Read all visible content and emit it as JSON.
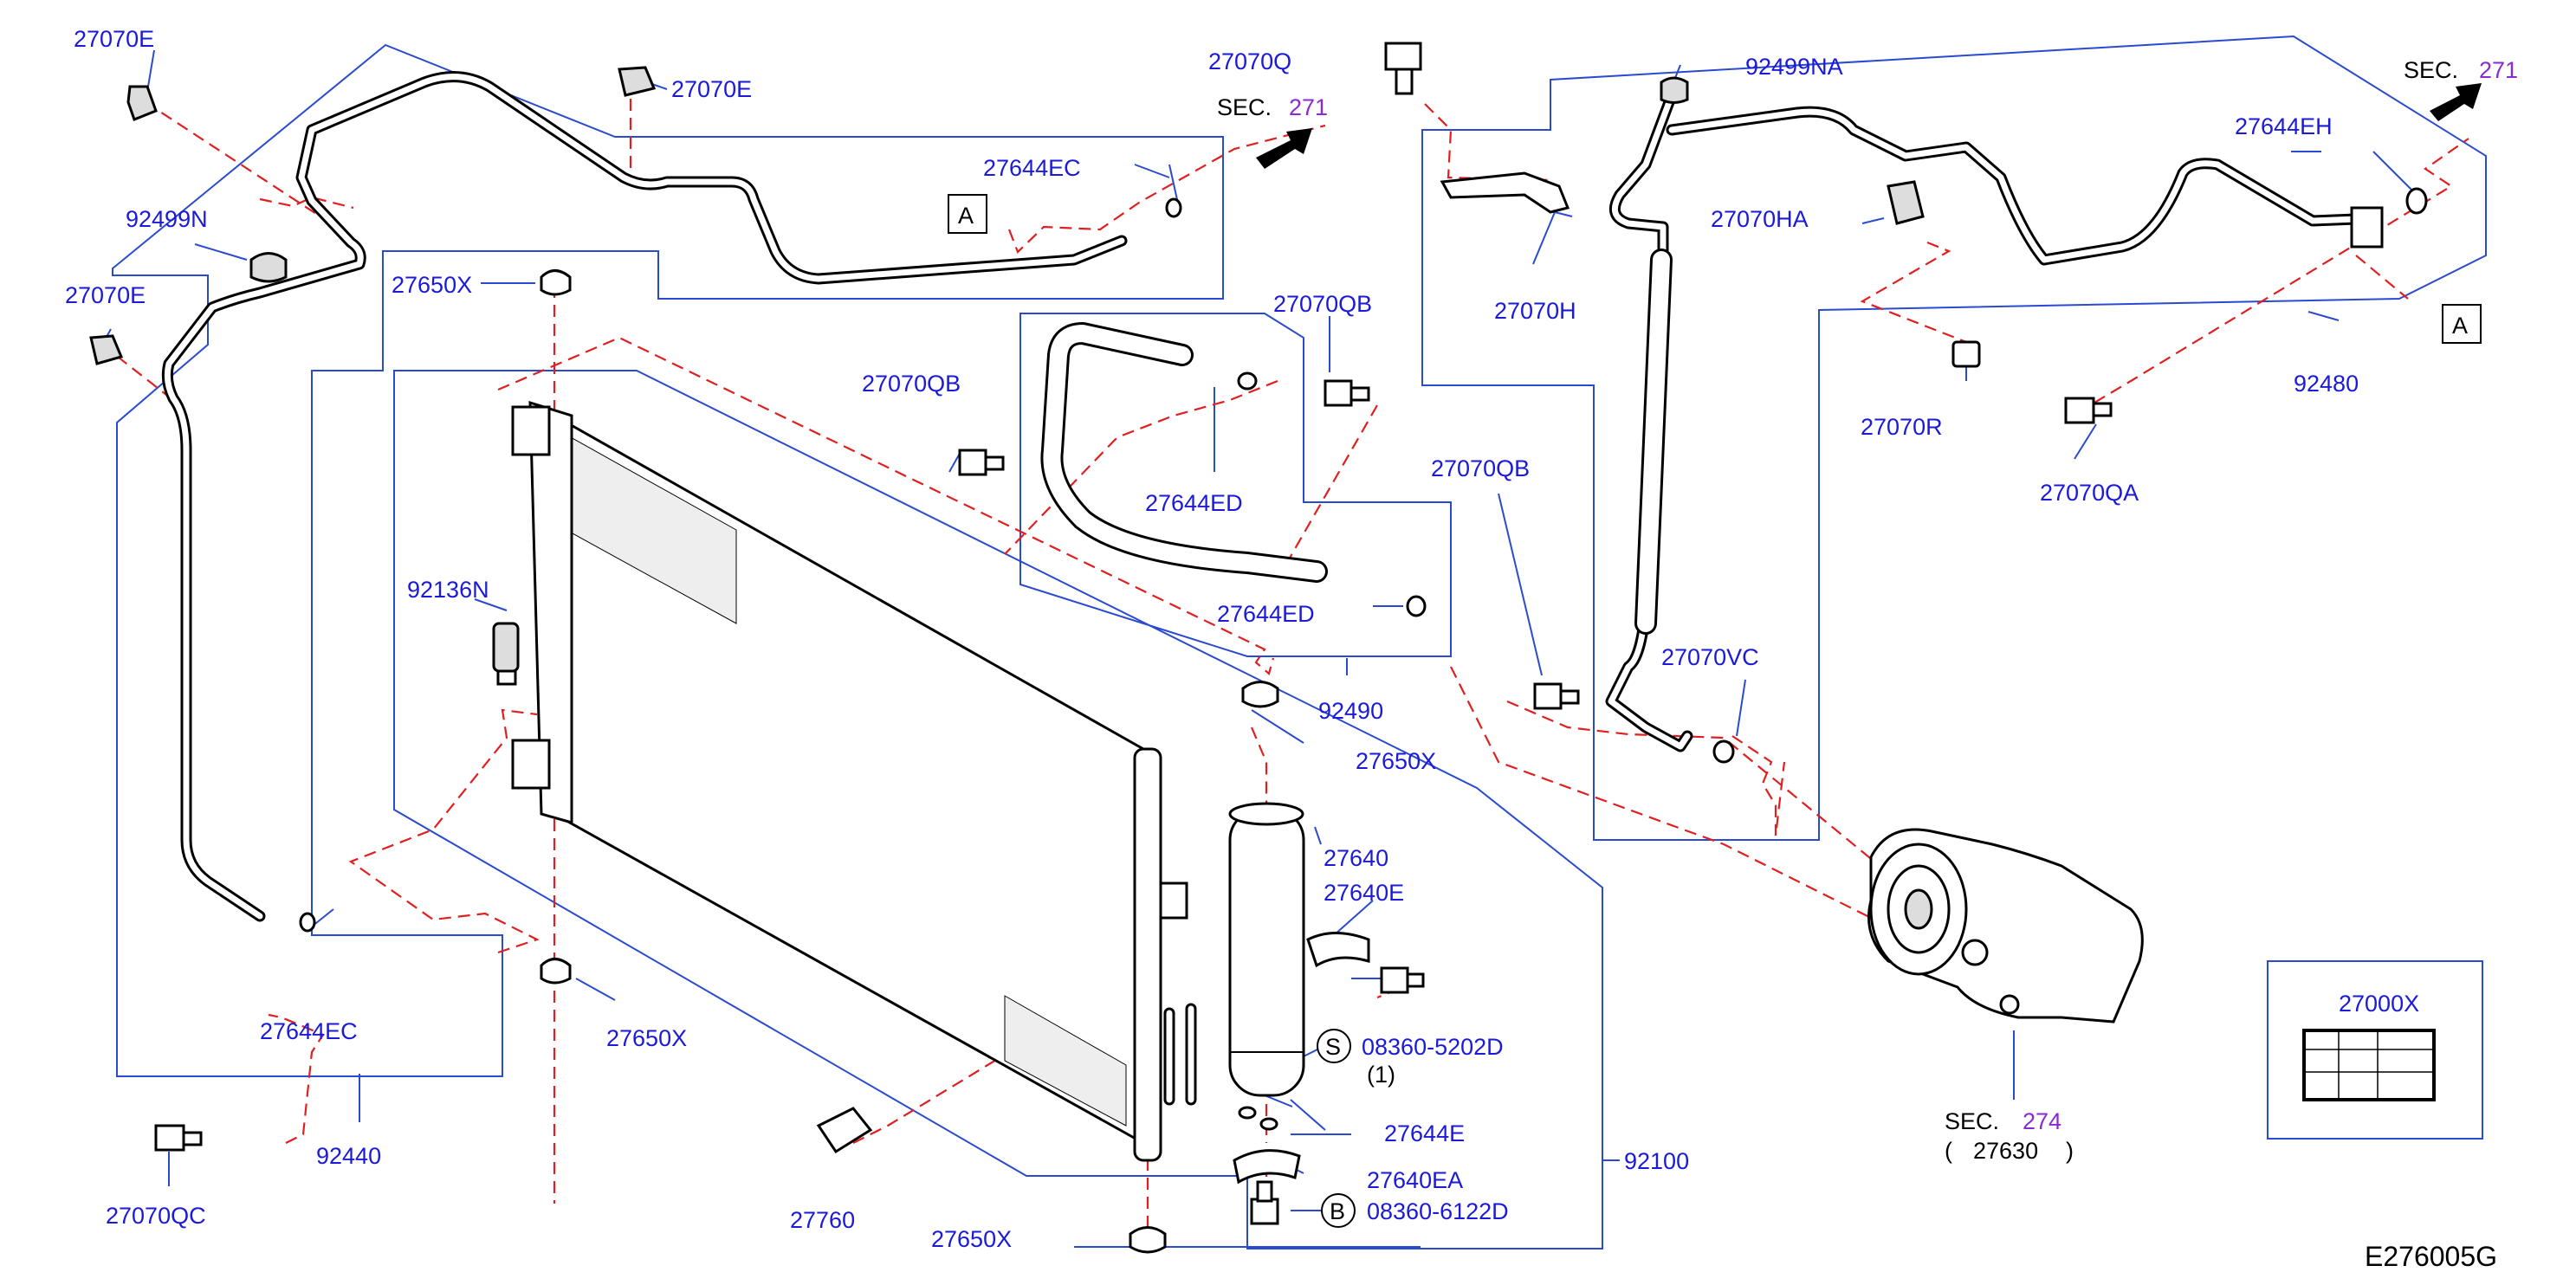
{
  "labels": {
    "p27070E_a": "27070E",
    "p27070E_b": "27070E",
    "p27070E_c": "27070E",
    "p92499N": "92499N",
    "p27650X_a": "27650X",
    "p27650X_b": "27650X",
    "p27650X_c": "27650X",
    "p27650X_d": "27650X",
    "p92136N": "92136N",
    "p27644EC_a": "27644EC",
    "p27644EC_b": "27644EC",
    "p92440": "92440",
    "p27070QC": "27070QC",
    "p27760": "27760",
    "p27070Q": "27070Q",
    "sec271_a_prefix": "SEC.",
    "sec271_a_num": "271",
    "p27070QB_a": "27070QB",
    "p27070QB_b": "27070QB",
    "p27070QB_c": "27070QB",
    "p27644ED_a": "27644ED",
    "p27644ED_b": "27644ED",
    "p92490": "92490",
    "p27640": "27640",
    "p27640E": "27640E",
    "p08360_5202D": "08360-5202D",
    "p08360_5202D_qty": "(1)",
    "sym_S": "S",
    "p27644E": "27644E",
    "p27640EA": "27640EA",
    "p08360_6122D": "08360-6122D",
    "sym_B": "B",
    "p92100": "92100",
    "p92499NA": "92499NA",
    "sec271_b_prefix": "SEC.",
    "sec271_b_num": "271",
    "p27644EH": "27644EH",
    "p27070HA": "27070HA",
    "p27070H": "27070H",
    "p27070R": "27070R",
    "p92480": "92480",
    "p27070QA": "27070QA",
    "p27070VC": "27070VC",
    "sec274_prefix": "SEC.",
    "sec274_num": "274",
    "p27630_open": "(",
    "p27630": "27630",
    "p27630_close": ")",
    "p27000X": "27000X",
    "ref_A_a": "A",
    "ref_A_b": "A",
    "figure_code": "E276005G"
  },
  "colors": {
    "label_blue": "#1a1ad8",
    "section_purple": "#8a2ad0",
    "leader_blue": "#2a4bd0",
    "dash_red": "#e02020"
  }
}
